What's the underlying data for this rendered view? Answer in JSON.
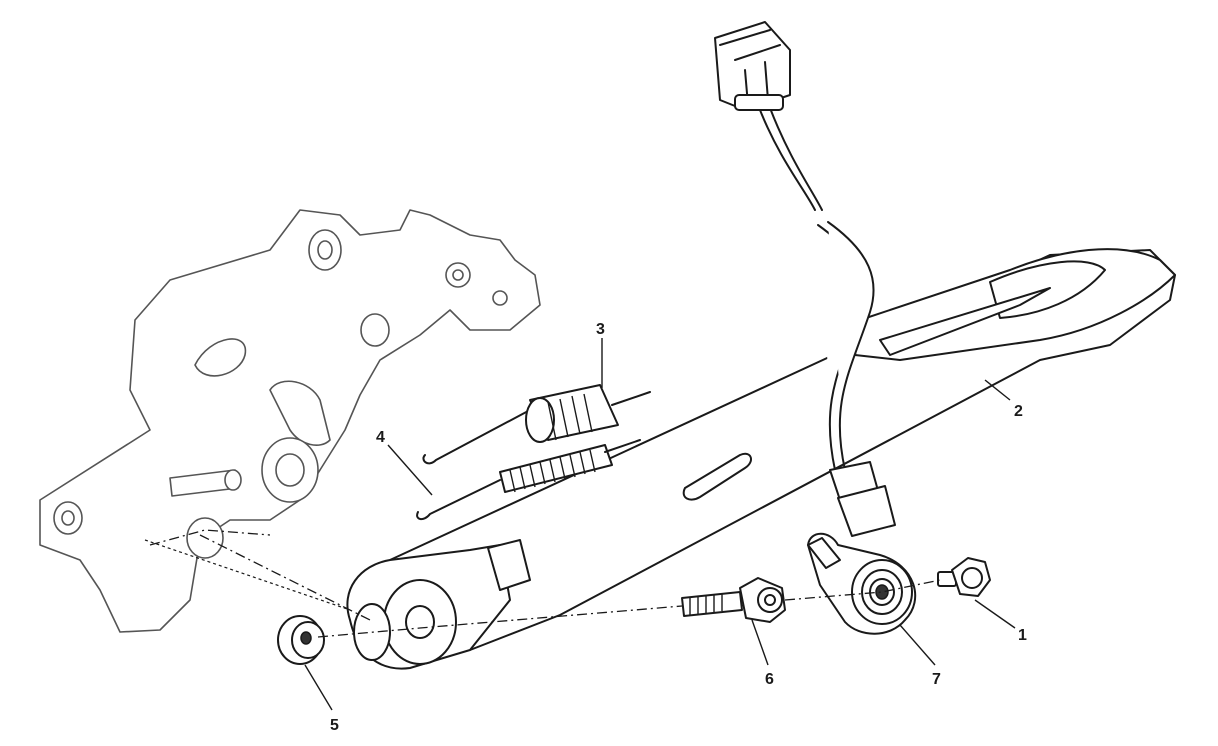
{
  "callouts": [
    {
      "id": "1",
      "text": "1"
    },
    {
      "id": "2",
      "text": "2"
    },
    {
      "id": "3",
      "text": "3"
    },
    {
      "id": "4",
      "text": "4"
    },
    {
      "id": "5",
      "text": "5"
    },
    {
      "id": "6",
      "text": "6"
    },
    {
      "id": "7",
      "text": "7"
    }
  ],
  "colors": {
    "line": "#1a1a1a",
    "background": "#ffffff",
    "ghost": "#555555"
  }
}
